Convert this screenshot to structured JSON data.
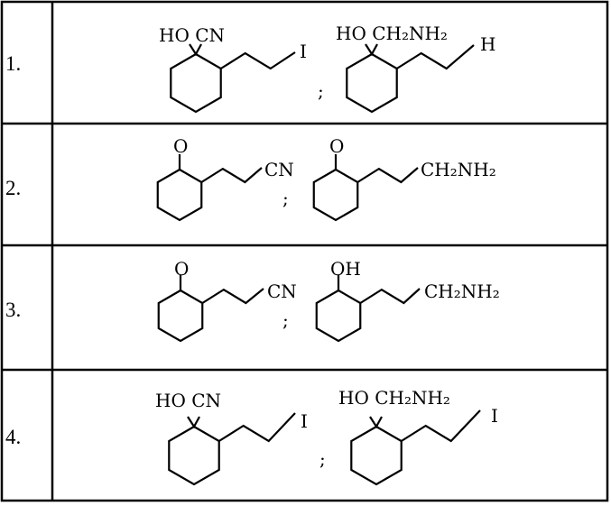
{
  "rows": [
    {
      "number": "1.",
      "left": {
        "top_label": "HO CN",
        "end_label": "I"
      },
      "separator": ";",
      "right": {
        "top_label": "HO CH₂NH₂",
        "end_label": "H"
      }
    },
    {
      "number": "2.",
      "left": {
        "top_label": "O",
        "end_label": "CN"
      },
      "separator": ";",
      "right": {
        "top_label": "O",
        "end_label": "CH₂NH₂"
      }
    },
    {
      "number": "3.",
      "left": {
        "top_label": "O",
        "end_label": "CN"
      },
      "separator": ";",
      "right": {
        "top_label": "OH",
        "end_label": "CH₂NH₂"
      }
    },
    {
      "number": "4.",
      "left": {
        "top_label": "HO CN",
        "end_label": "I"
      },
      "separator": ";",
      "right": {
        "top_label": "HO CH₂NH₂",
        "end_label": "I"
      }
    }
  ]
}
